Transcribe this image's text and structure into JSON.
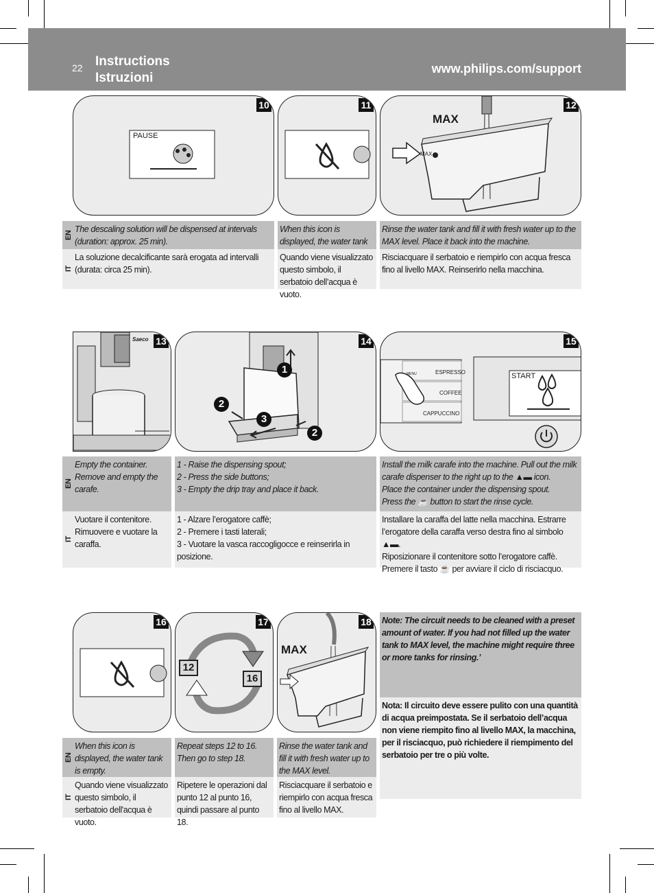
{
  "header": {
    "page_number": "22",
    "title_en": "Instructions",
    "title_it": "Istruzioni",
    "url": "www.philips.com/support"
  },
  "lang": {
    "en": "EN",
    "it": "IT"
  },
  "panels": {
    "p10": {
      "num": "10",
      "screen_text": "PAUSE"
    },
    "p11": {
      "num": "11"
    },
    "p12": {
      "num": "12",
      "max_label": "MAX",
      "tank_max": "MAX"
    },
    "p13": {
      "num": "13",
      "brand": "Saeco"
    },
    "p14": {
      "num": "14",
      "step1": "1",
      "step2a": "2",
      "step2b": "2",
      "step3": "3"
    },
    "p15": {
      "num": "15",
      "screen_text": "START",
      "menu1": "ESPRESSO",
      "menu2": "COFFEE",
      "menu3": "CAPPUCCINO",
      "menu_small": "MENU"
    },
    "p16": {
      "num": "16"
    },
    "p17": {
      "num": "17",
      "from": "12",
      "to": "16"
    },
    "p18": {
      "num": "18",
      "max_label": "MAX"
    }
  },
  "row1": {
    "en": [
      "The descaling solution will be dispensed at intervals (duration: approx. 25 min).",
      "When this icon is displayed, the water tank is empty.",
      "Rinse the water tank and fill it with fresh water up to the MAX level. Place it back into the machine."
    ],
    "it": [
      "La soluzione decalcificante sarà erogata ad intervalli (durata: circa 25 min).",
      "Quando viene visualizzato questo simbolo, il serbatoio dell’acqua è vuoto.",
      "Risciacquare il serbatoio e riempirlo con acqua fresca fino al livello MAX. Reinserirlo nella macchina."
    ]
  },
  "row2": {
    "en1": [
      "Empty the container.",
      "Remove and empty the carafe."
    ],
    "en2": [
      "1 - Raise the dispensing spout;",
      "2 - Press the side buttons;",
      "3 - Empty the drip tray and place it back."
    ],
    "en3": [
      "Install the milk carafe into the machine. Pull out the milk carafe dispenser to the right up to the",
      "icon.",
      "Place the container under the dispensing spout.",
      "Press the",
      "button to start the rinse cycle."
    ],
    "it1": [
      "Vuotare il contenitore.",
      "Rimuovere e vuotare la caraffa."
    ],
    "it2": [
      "1 - Alzare l’erogatore caffè;",
      "2 - Premere i tasti laterali;",
      "3 - Vuotare la vasca raccogligocce e reinserirla in posizione."
    ],
    "it3": [
      "Installare la caraffa del latte nella macchina. Estrarre l’erogatore della caraffa verso destra fino al simbolo",
      ".",
      "Riposizionare il contenitore sotto l’erogatore caffè.",
      "Premere il tasto",
      "per avviare il ciclo di risciacquo."
    ]
  },
  "row3": {
    "en": [
      "When this icon is displayed, the water tank is empty.",
      "Repeat steps 12 to 16. Then go to step 18.",
      "Rinse the water tank and fill it with fresh water up to the MAX level."
    ],
    "it": [
      "Quando viene visualizzato questo simbolo, il serbatoio dell'acqua è vuoto.",
      "Ripetere le operazioni dal punto 12 al punto 16, quindi passare al punto 18.",
      "Risciacquare il serbatoio e riempirlo con acqua fresca fino al livello MAX."
    ],
    "note_en": "Note: The circuit needs to be cleaned with a preset amount of water. If you had not filled up the water tank to MAX level, the machine might require three or more tanks for rinsing.’",
    "note_it": "Nota: Il circuito deve essere pulito con una quantità di acqua preimpostata. Se il serbatoio dell’acqua non viene riempito fino al livello MAX, la macchina, per il risciacquo, può richiedere il riempimento del serbatoio per tre o più volte."
  }
}
